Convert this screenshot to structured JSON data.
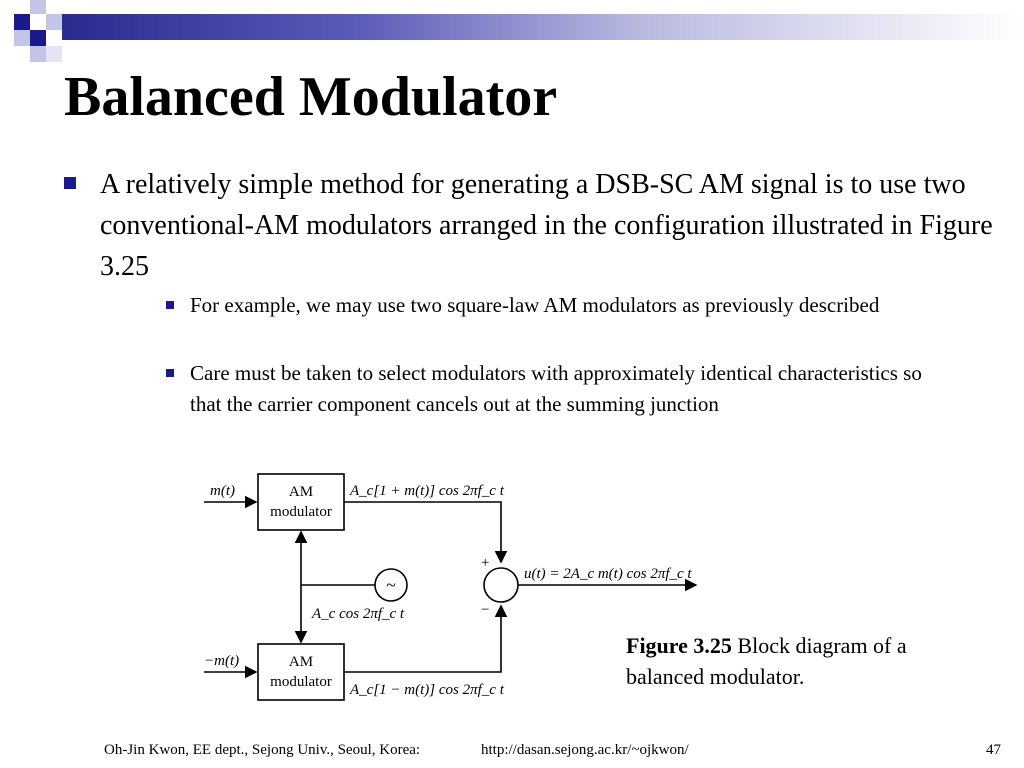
{
  "slide": {
    "title": "Balanced Modulator",
    "bullet_main": "A relatively simple method for generating a DSB-SC AM signal is to use two conventional-AM modulators arranged in the configuration illustrated in Figure 3.25",
    "sub_bullets": [
      "For example, we may use two square-law AM modulators as previously described",
      "Care must be taken to select modulators with approximately identical characteristics so that the carrier component cancels out at the summing junction"
    ]
  },
  "diagram": {
    "block_top_line1": "AM",
    "block_top_line2": "modulator",
    "block_bottom_line1": "AM",
    "block_bottom_line2": "modulator",
    "input_top": "m(t)",
    "input_bottom": "−m(t)",
    "oscillator_symbol": "~",
    "carrier_label": "A_c cos 2πf_c t",
    "out_top": "A_c[1 + m(t)] cos 2πf_c t",
    "out_bottom": "A_c[1 − m(t)] cos 2πf_c t",
    "plus": "+",
    "minus": "−",
    "output": "u(t) = 2A_c m(t) cos 2πf_c t"
  },
  "caption": {
    "label": "Figure 3.25",
    "text": " Block diagram of a balanced modulator."
  },
  "footer": {
    "author": "Oh-Jin Kwon, EE dept., Sejong Univ., Seoul, Korea:",
    "url": "http://dasan.sejong.ac.kr/~ojkwon/",
    "page": "47"
  },
  "colors": {
    "bullet": "#1a1a8c",
    "deco_dark": "#1a1a8c",
    "deco_light": "#b0b0e0"
  }
}
